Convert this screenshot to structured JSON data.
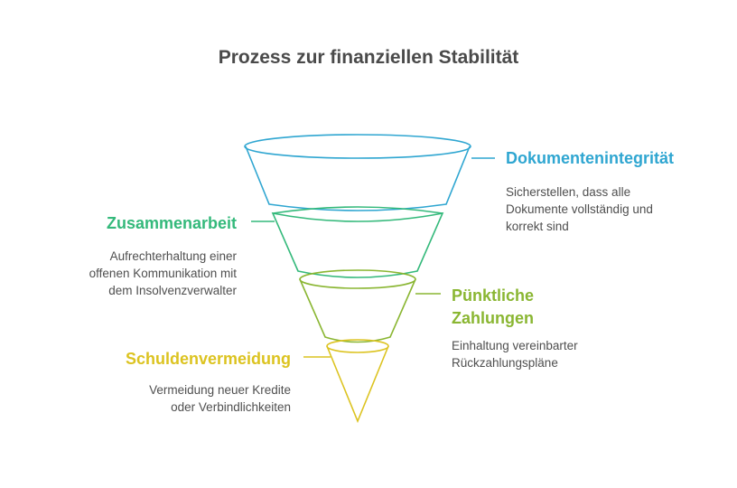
{
  "title": "Prozess zur finanziellen Stabilität",
  "colors": {
    "blue": "#2fa6d1",
    "green": "#34b97b",
    "olive": "#8ab632",
    "yellow": "#dcc320"
  },
  "stages": [
    {
      "label": "Dokumentenintegrität",
      "description_lines": [
        "Sicherstellen, dass alle",
        "Dokumente vollständig und",
        "korrekt sind"
      ]
    },
    {
      "label": "Zusammenarbeit",
      "description_lines": [
        "Aufrechterhaltung einer",
        "offenen Kommunikation mit",
        "dem Insolvenzverwalter"
      ]
    },
    {
      "label_lines": [
        "Pünktliche",
        "Zahlungen"
      ],
      "description_lines": [
        "Einhaltung vereinbarter",
        "Rückzahlungspläne"
      ]
    },
    {
      "label": "Schuldenvermeidung",
      "description_lines": [
        "Vermeidung neuer Kredite",
        "oder Verbindlichkeiten"
      ]
    }
  ]
}
